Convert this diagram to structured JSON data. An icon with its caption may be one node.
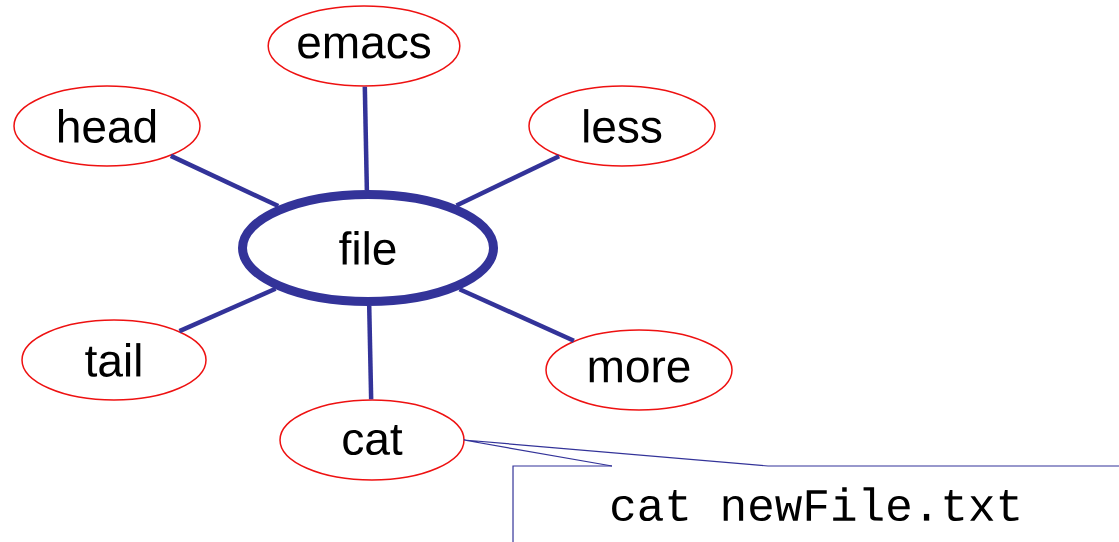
{
  "diagram": {
    "nodes": [
      {
        "text": [
          "file"
        ]
      },
      {
        "text": [
          "emacs"
        ]
      },
      {
        "text": [
          "head"
        ]
      },
      {
        "text": [
          "less"
        ]
      },
      {
        "text": [
          "tail"
        ]
      },
      {
        "text": [
          "more"
        ]
      },
      {
        "text": [
          "cat"
        ]
      },
      {
        "text": [
          "cat newFile.txt"
        ]
      }
    ],
    "edges": [
      {
        "from": 0,
        "to": 1,
        "arrow": "none"
      },
      {
        "from": 0,
        "to": 2,
        "arrow": "none"
      },
      {
        "from": 0,
        "to": 3,
        "arrow": "none"
      },
      {
        "from": 0,
        "to": 4,
        "arrow": "none"
      },
      {
        "from": 0,
        "to": 5,
        "arrow": "none"
      },
      {
        "from": 0,
        "to": 6,
        "arrow": "none"
      },
      {
        "from": 7,
        "to": 6,
        "arrow": "none"
      }
    ]
  }
}
